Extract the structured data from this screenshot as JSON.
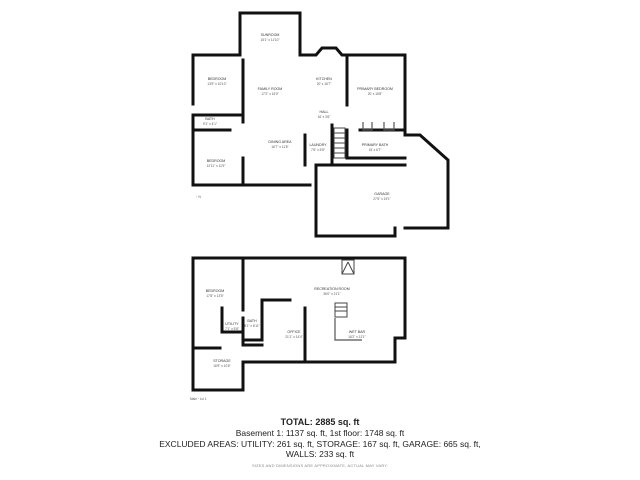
{
  "rooms": {
    "sunroom": {
      "name": "SUNROOM",
      "dims": "15'1\" x 11'10\""
    },
    "bedroom1": {
      "name": "BEDROOM",
      "dims": "13'9\" x 10'10\""
    },
    "family_room": {
      "name": "FAMILY ROOM",
      "dims": "17'2\" x 16'0\""
    },
    "kitchen": {
      "name": "KITCHEN",
      "dims": "20' x 16'7\""
    },
    "primary_bedroom": {
      "name": "PRIMARY BEDROOM",
      "dims": "20' x 15'8\""
    },
    "bath1": {
      "name": "BATH",
      "dims": "9'1\" x 4'1\""
    },
    "dining_area": {
      "name": "DINING AREA",
      "dims": "16'7\" x 11'8\""
    },
    "hall": {
      "name": "HALL",
      "dims": "16' x 3'6\""
    },
    "laundry": {
      "name": "LAUNDRY",
      "dims": "7'6\" x 5'8\""
    },
    "primary_bath": {
      "name": "PRIMARY BATH",
      "dims": "15' x 6'7\""
    },
    "bedroom2": {
      "name": "BEDROOM",
      "dims": "12'11\" x 11'9\""
    },
    "garage": {
      "name": "GARAGE",
      "dims": "27'5\" x 19'1\""
    },
    "bedroom3": {
      "name": "BEDROOM",
      "dims": "17'8\" x 13'5\""
    },
    "recreation_room": {
      "name": "RECREATION ROOM",
      "dims": "36'0\" x 21'1\""
    },
    "bath2": {
      "name": "BATH",
      "dims": "8'1\" x 6'11\""
    },
    "utility": {
      "name": "UTILITY",
      "dims": "7'1\" x 5'8\""
    },
    "office": {
      "name": "OFFICE",
      "dims": "21'1\" x 14'4\""
    },
    "wet_bar": {
      "name": "WET BAR",
      "dims": "16'2\" x 12'1\""
    },
    "storage": {
      "name": "STORAGE",
      "dims": "16'9\" x 10'6\""
    }
  },
  "compass_note_top": "↑ N",
  "compass_note_bottom": "Main · Lvl 1",
  "summary": {
    "total_label": "TOTAL:",
    "total_value": "2885 sq. ft",
    "floors": "Basement 1: 1137 sq. ft, 1st floor: 1748 sq. ft",
    "excluded": "EXCLUDED AREAS: UTILITY: 261 sq. ft, STORAGE: 167 sq. ft, GARAGE: 665 sq. ft,",
    "walls": "WALLS: 233 sq. ft",
    "disclaimer": "SIZES AND DIMENSIONS ARE APPROXIMATE, ACTUAL MAY VARY."
  }
}
